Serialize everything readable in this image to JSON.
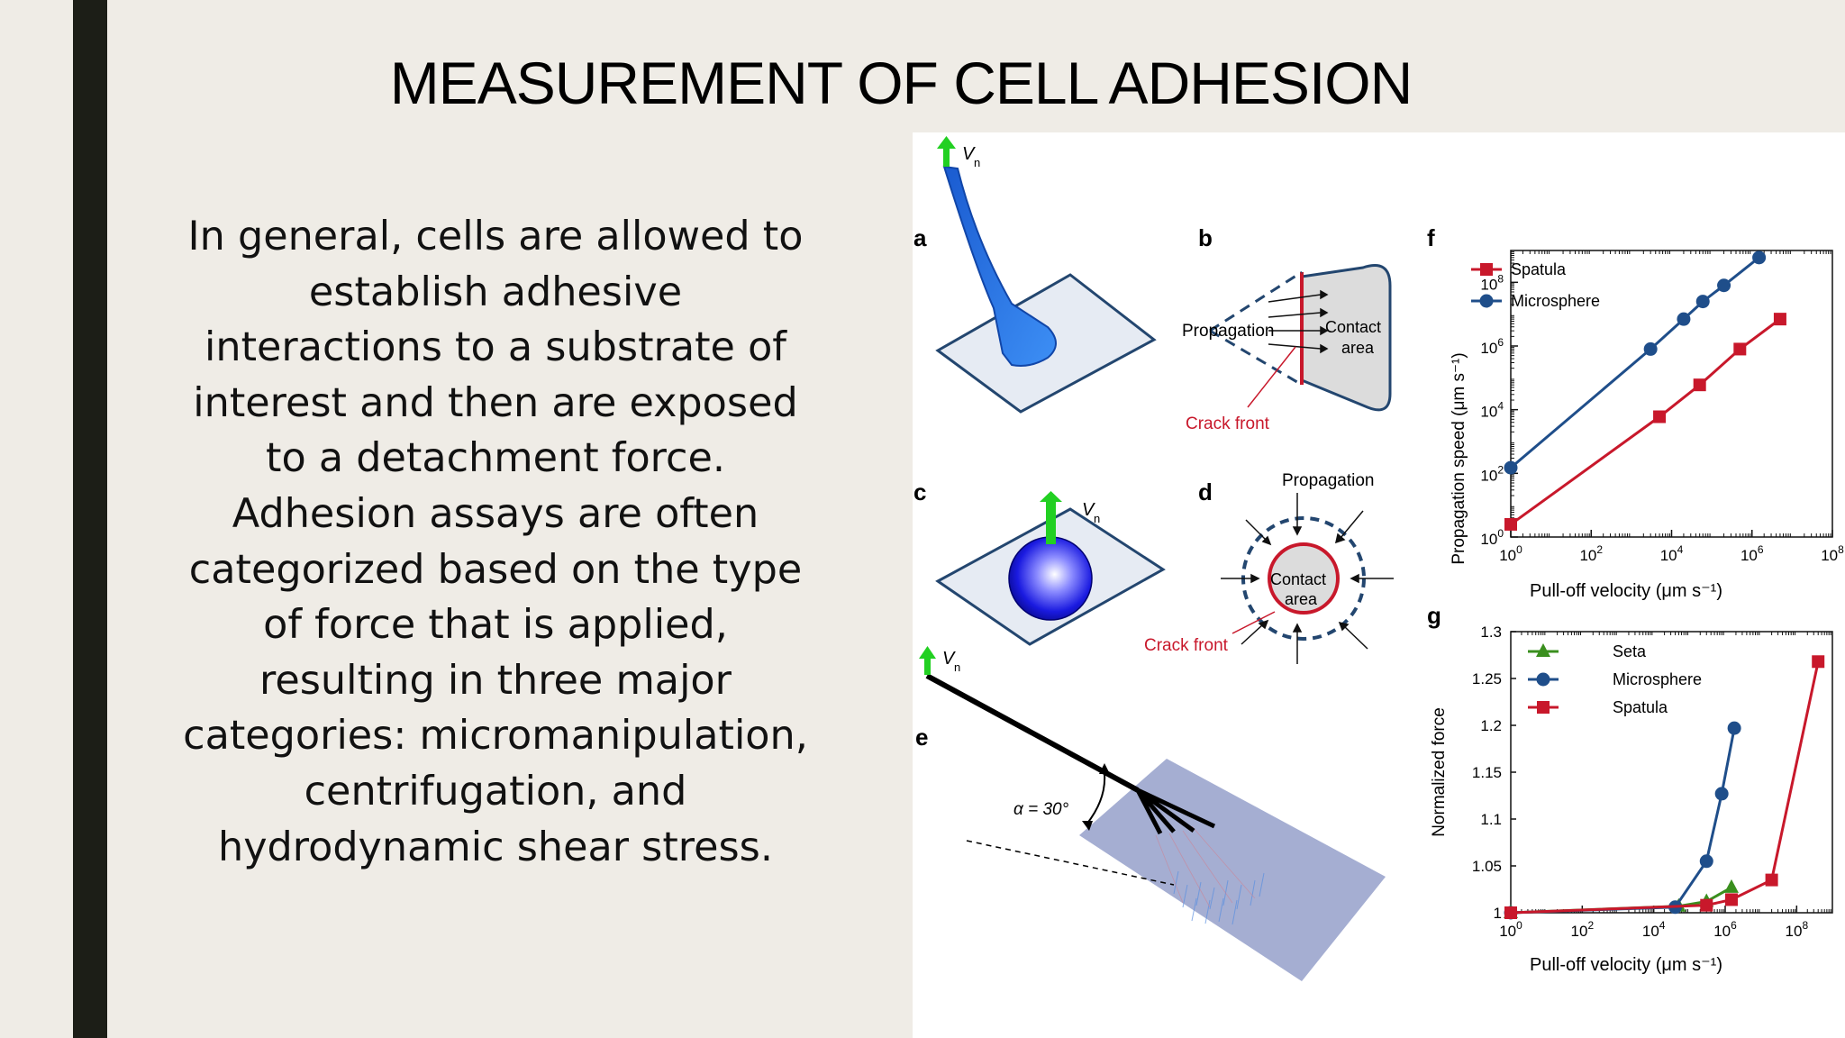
{
  "slide": {
    "title": "MEASUREMENT OF CELL ADHESION",
    "body": "In general, cells are allowed to establish adhesive interactions to a substrate of interest and then are exposed to a detachment force. Adhesion assays are often categorized based on the type of force that is applied, resulting in three major categories: micromanipulation, centrifugation, and hydrodynamic shear stress.",
    "body_lines": [
      "In general, cells are allowed to",
      "establish adhesive",
      "interactions to a substrate of",
      "interest and then are exposed",
      "to a detachment force.",
      "Adhesion assays are often",
      "categorized based on the type",
      "of force that is applied,",
      "resulting in three major",
      "categories: micromanipulation,",
      "centrifugation, and",
      "hydrodynamic shear stress."
    ]
  },
  "figure": {
    "panels": {
      "a": "a",
      "b": "b",
      "c": "c",
      "d": "d",
      "e": "e",
      "f": "f",
      "g": "g"
    },
    "velocity_label": "V",
    "velocity_sub": "n",
    "b_labels": {
      "propagation": "Propagation",
      "contact1": "Contact",
      "contact2": "area",
      "crack": "Crack front"
    },
    "d_labels": {
      "propagation": "Propagation",
      "contact1": "Contact",
      "contact2": "area",
      "crack": "Crack front"
    },
    "e_angle": "α = 30°",
    "colors": {
      "blue_series": "#1f4e8a",
      "red_series": "#c8182b",
      "green_series": "#3a8f1e",
      "arrow": "#22d022"
    }
  },
  "chart_data": [
    {
      "type": "line",
      "panel": "f",
      "xlabel": "Pull-off velocity (μm s⁻¹)",
      "ylabel": "Propagation speed (μm s⁻¹)",
      "xscale": "log",
      "yscale": "log",
      "xlim": [
        1,
        100000000.0
      ],
      "ylim": [
        1,
        1000000000.0
      ],
      "xticks": [
        "10^0",
        "10^2",
        "10^4",
        "10^6",
        "10^8"
      ],
      "yticks": [
        "10^0",
        "10^2",
        "10^4",
        "10^6",
        "10^8"
      ],
      "legend_position": "top-left",
      "series": [
        {
          "name": "Spatula",
          "marker": "square",
          "color": "#c8182b",
          "x": [
            1,
            5000,
            50000,
            500000,
            5000000
          ],
          "y": [
            2.5,
            6000,
            60000,
            800000,
            7000000
          ]
        },
        {
          "name": "Microsphere",
          "marker": "circle",
          "color": "#1f4e8a",
          "x": [
            1,
            3000,
            20000,
            60000,
            200000,
            1500000
          ],
          "y": [
            150,
            800000,
            7000000,
            25000000,
            80000000,
            600000000
          ]
        }
      ]
    },
    {
      "type": "line",
      "panel": "g",
      "xlabel": "Pull-off velocity (μm s⁻¹)",
      "ylabel": "Normalized force",
      "xscale": "log",
      "xlim": [
        1,
        1000000000.0
      ],
      "ylim": [
        1,
        1.3
      ],
      "xticks": [
        "10^0",
        "10^2",
        "10^4",
        "10^6",
        "10^8"
      ],
      "yticks": [
        "1",
        "1.05",
        "1.1",
        "1.15",
        "1.2",
        "1.25",
        "1.3"
      ],
      "legend_position": "top-left",
      "series": [
        {
          "name": "Seta",
          "marker": "triangle",
          "color": "#3a8f1e",
          "x": [
            1,
            50000,
            300000,
            1500000
          ],
          "y": [
            1.0,
            1.007,
            1.012,
            1.027
          ]
        },
        {
          "name": "Microsphere",
          "marker": "circle",
          "color": "#1f4e8a",
          "x": [
            1,
            40000,
            300000,
            800000,
            1800000
          ],
          "y": [
            1.0,
            1.006,
            1.055,
            1.127,
            1.197
          ]
        },
        {
          "name": "Spatula",
          "marker": "square",
          "color": "#c8182b",
          "x": [
            1,
            300000,
            1500000,
            20000000,
            400000000
          ],
          "y": [
            1.0,
            1.008,
            1.014,
            1.035,
            1.268
          ]
        }
      ]
    }
  ]
}
